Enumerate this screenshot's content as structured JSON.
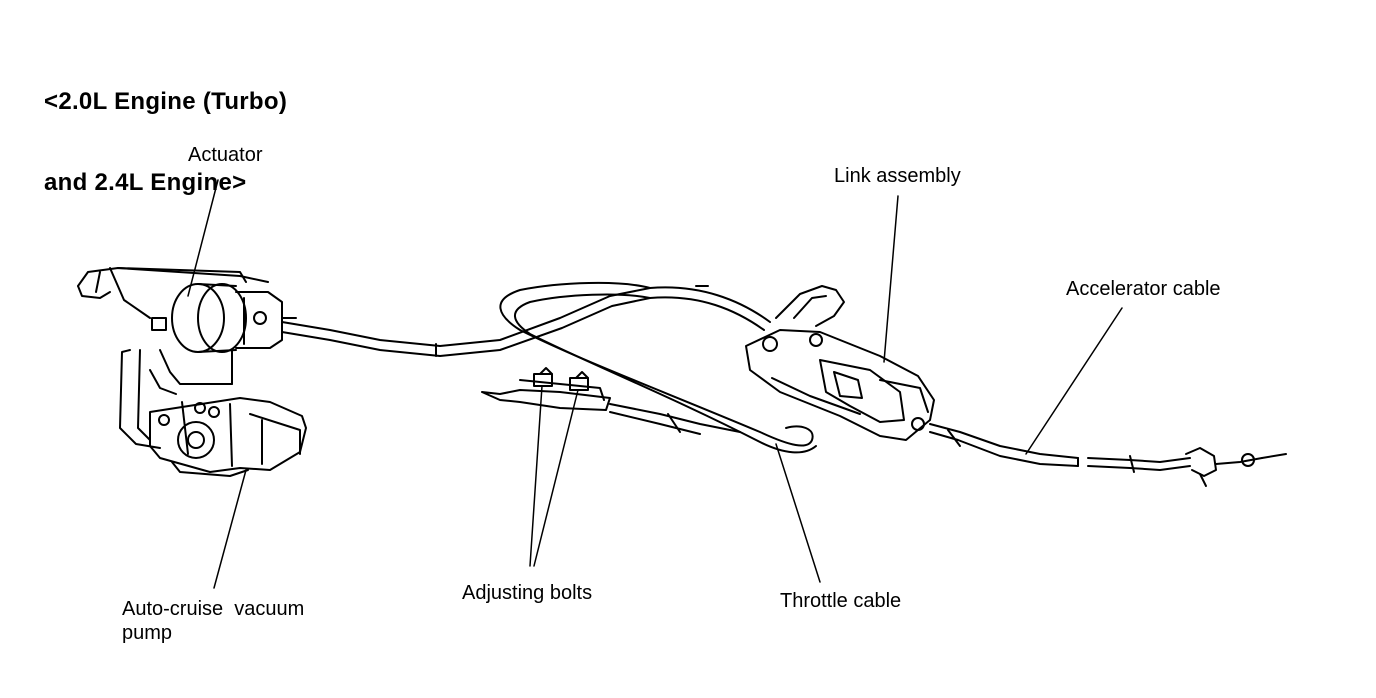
{
  "title_line1": "<2.0L Engine (Turbo)",
  "title_line2": "and 2.4L Engine>",
  "labels": {
    "actuator": "Actuator",
    "link_assembly": "Link assembly",
    "accelerator_cable": "Accelerator cable",
    "vacuum_pump_line1": "Auto-cruise  vacuum",
    "vacuum_pump_line2": "pump",
    "adjusting_bolts": "Adjusting bolts",
    "throttle_cable": "Throttle cable"
  }
}
